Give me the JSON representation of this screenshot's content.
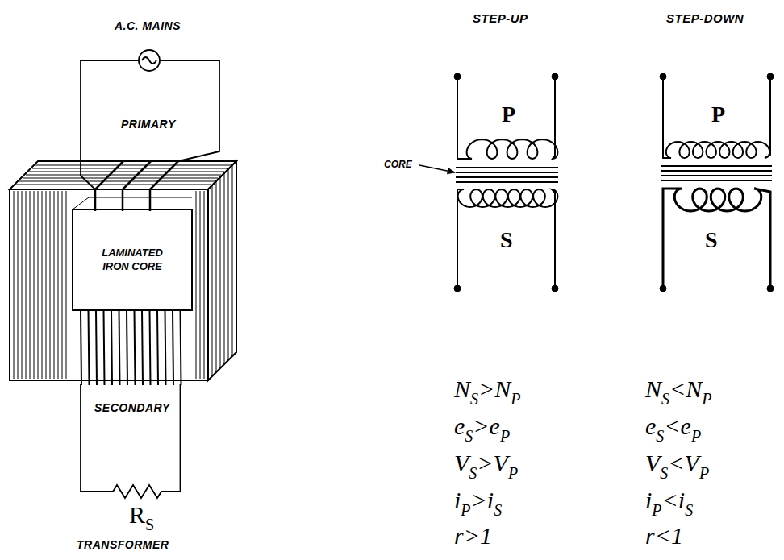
{
  "diagram": {
    "nodes": [
      {
        "text": [
          "LAMINATED IRON CORE"
        ]
      }
    ],
    "labels": [
      "A.C. MAINS",
      "PRIMARY",
      "SECONDARY",
      "R",
      "S",
      "TRANSFORMER",
      "STEP-UP",
      "STEP-DOWN",
      "P",
      "S",
      "P",
      "S",
      "CORE",
      "N",
      "S",
      ">N",
      "P",
      "e",
      "S",
      ">e",
      "P",
      "V",
      "S",
      ">V",
      "P",
      "i",
      "P",
      ">i",
      "S",
      "r>1",
      "N",
      "S",
      "<N",
      "P",
      "e",
      "S",
      "<e",
      "P",
      "V",
      "S",
      "<V",
      "P",
      "i",
      "P",
      "<i",
      "S",
      "r<1"
    ]
  }
}
